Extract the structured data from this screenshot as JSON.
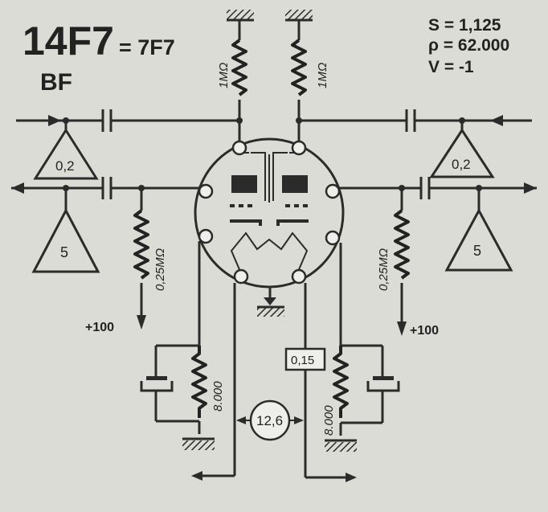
{
  "title": {
    "tube": "14F7",
    "equiv": "= 7F7",
    "function": "BF"
  },
  "specs": {
    "s": "S = 1,125",
    "p": "ρ = 62.000",
    "v": "V = -1"
  },
  "labels": {
    "r_plate_left": "1MΩ",
    "r_plate_right": "1MΩ",
    "r_grid_left": "0,25MΩ",
    "r_grid_right": "0,25MΩ",
    "r_cathode_left": "8.000",
    "r_cathode_right": "8.000",
    "tri_in_left": "0,2",
    "tri_in_right": "0,2",
    "tri_out_left": "5",
    "tri_out_right": "5",
    "supply_left": "+100",
    "supply_right": "+100",
    "heater_voltage": "12,6",
    "heater_current": "0,15"
  },
  "colors": {
    "ink": "#2b2b2b",
    "paper": "#dcdcd6"
  }
}
